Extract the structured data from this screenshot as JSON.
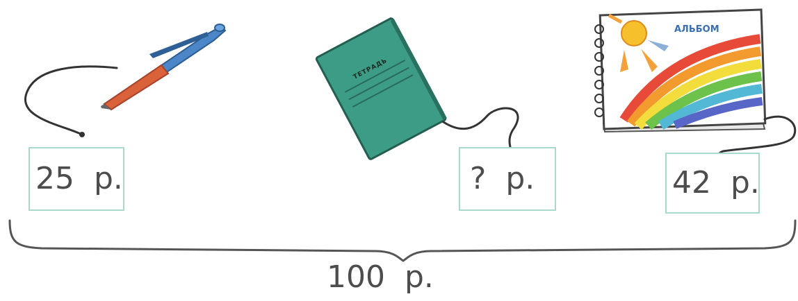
{
  "items": {
    "pen": {
      "price_label": "25  р."
    },
    "notebook": {
      "title": "ТЕТРАДЬ",
      "price_label": "?  р."
    },
    "album": {
      "title": "АЛЬБОМ",
      "price_label": "42  р."
    }
  },
  "total": {
    "label": "100  р."
  },
  "colors": {
    "tag_border": "#a9d9cc",
    "notebook_cover": "#3d9c86",
    "pen_body": "#4a86c8",
    "pen_tip": "#d9623a",
    "text": "#4d4d4d"
  }
}
